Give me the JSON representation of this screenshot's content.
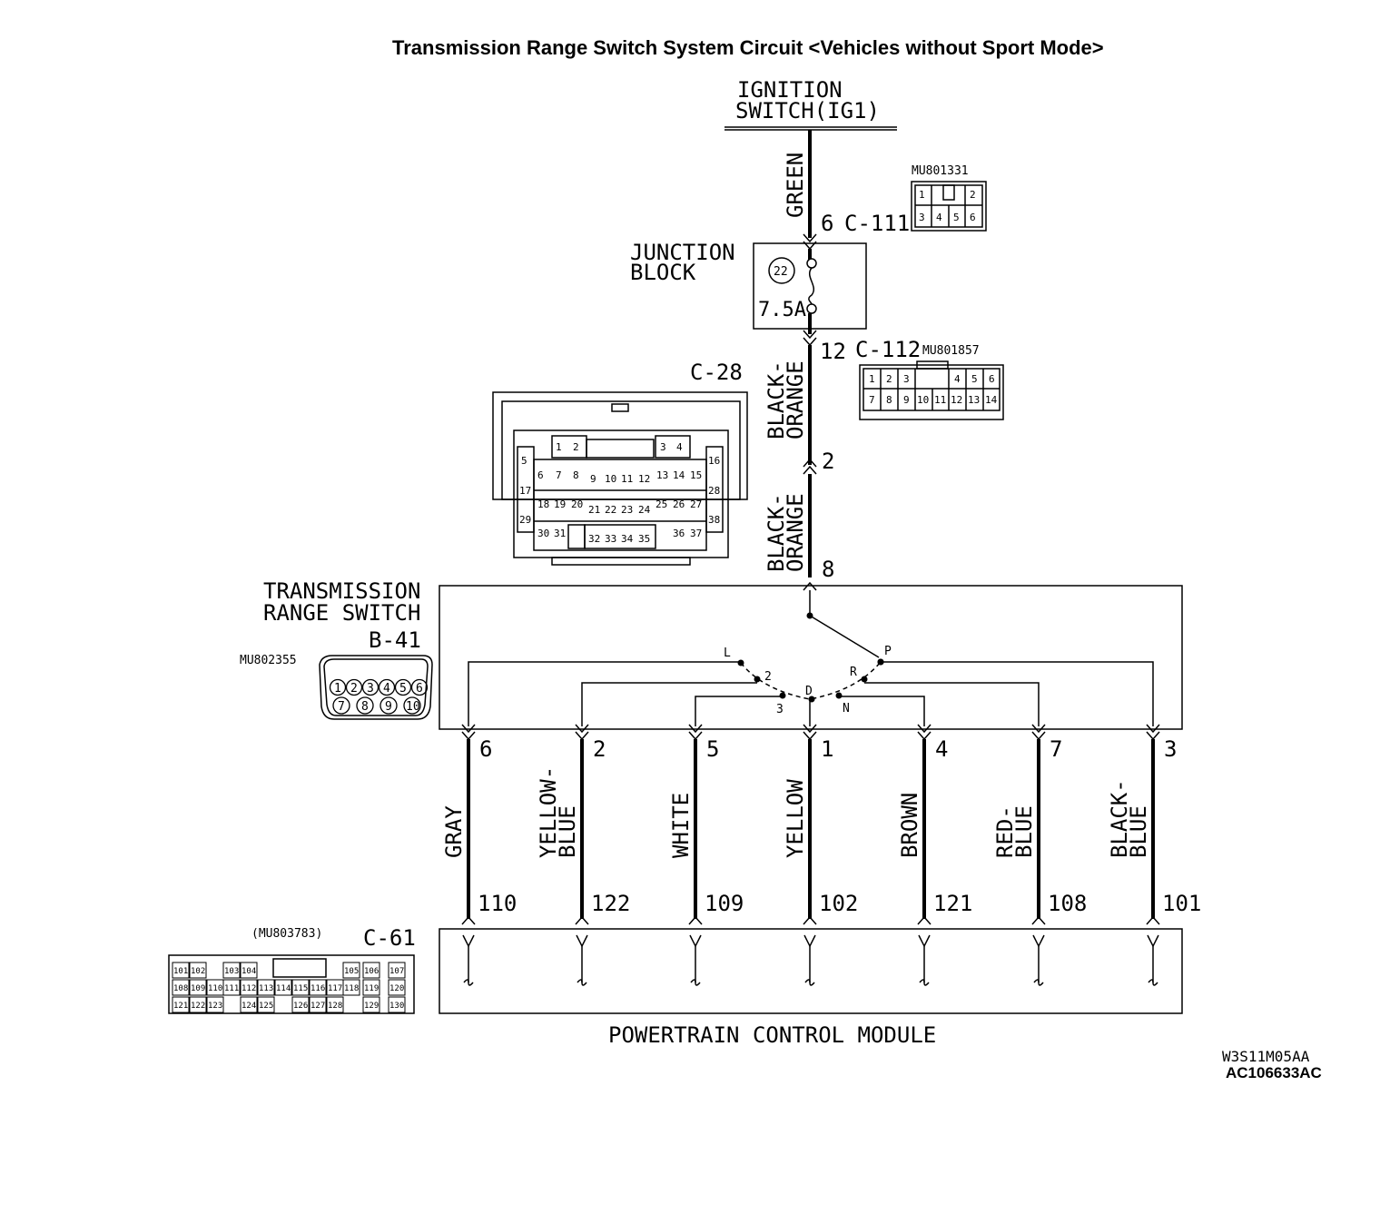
{
  "title": "Transmission Range Switch System Circuit <Vehicles without Sport Mode>",
  "ignition": {
    "line1": "IGNITION",
    "line2": "SWITCH(IG1)"
  },
  "junction_block": {
    "line1": "JUNCTION",
    "line2": "BLOCK",
    "fuse_number": "22",
    "fuse_rating": "7.5A",
    "top_connector": {
      "pin": "6",
      "id": "C-111",
      "part": "MU801331",
      "pins_row1": [
        "1",
        "2"
      ],
      "pins_row2": [
        "3",
        "4",
        "5",
        "6"
      ]
    },
    "bottom_connector": {
      "pin": "12",
      "id": "C-112",
      "part": "MU801857",
      "pins_row1": [
        "1",
        "2",
        "3",
        "4",
        "5",
        "6"
      ],
      "pins_row2": [
        "7",
        "8",
        "9",
        "10",
        "11",
        "12",
        "13",
        "14"
      ]
    }
  },
  "wires_upper": [
    {
      "color": "GREEN"
    },
    {
      "color": "BLACK-",
      "color2": "ORANGE"
    },
    {
      "color": "BLACK-",
      "color2": "ORANGE"
    }
  ],
  "c28": {
    "id": "C-28",
    "pin": "2",
    "pins_top": [
      "1",
      "2",
      "3",
      "4"
    ],
    "pins_r1": [
      "5",
      "6",
      "7",
      "8",
      "9",
      "10",
      "11",
      "12",
      "13",
      "14",
      "15",
      "16"
    ],
    "pins_r2": [
      "17",
      "18",
      "19",
      "20",
      "21",
      "22",
      "23",
      "24",
      "25",
      "26",
      "27",
      "28"
    ],
    "pins_r3": [
      "29",
      "30",
      "31",
      "32",
      "33",
      "34",
      "35",
      "36",
      "37",
      "38"
    ]
  },
  "trs": {
    "line1": "TRANSMISSION",
    "line2": "RANGE SWITCH",
    "id": "B-41",
    "part": "MU802355",
    "input_pin": "8",
    "pins_row1": [
      "1",
      "2",
      "3",
      "4",
      "5",
      "6"
    ],
    "pins_row2": [
      "7",
      "8",
      "9",
      "10"
    ],
    "positions": [
      "L",
      "2",
      "3",
      "D",
      "N",
      "R",
      "P"
    ]
  },
  "outputs": [
    {
      "pin": "6",
      "color": "GRAY",
      "color2": "",
      "pcm_pin": "110"
    },
    {
      "pin": "2",
      "color": "YELLOW-",
      "color2": "BLUE",
      "pcm_pin": "122"
    },
    {
      "pin": "5",
      "color": "WHITE",
      "color2": "",
      "pcm_pin": "109"
    },
    {
      "pin": "1",
      "color": "YELLOW",
      "color2": "",
      "pcm_pin": "102"
    },
    {
      "pin": "4",
      "color": "BROWN",
      "color2": "",
      "pcm_pin": "121"
    },
    {
      "pin": "7",
      "color": "RED-",
      "color2": "BLUE",
      "pcm_pin": "108"
    },
    {
      "pin": "3",
      "color": "BLACK-",
      "color2": "BLUE",
      "pcm_pin": "101"
    }
  ],
  "pcm": {
    "label": "POWERTRAIN CONTROL MODULE",
    "id": "C-61",
    "part": "(MU803783)",
    "pins_r1": [
      "101",
      "102",
      "103",
      "104",
      "105",
      "106",
      "107"
    ],
    "pins_r2": [
      "108",
      "109",
      "110",
      "111",
      "112",
      "113",
      "114",
      "115",
      "116",
      "117",
      "118",
      "119",
      "120"
    ],
    "pins_r3": [
      "121",
      "122",
      "123",
      "124",
      "125",
      "126",
      "127",
      "128",
      "129",
      "130"
    ]
  },
  "codes": {
    "drawing": "W3S11M05AA",
    "ref": "AC106633AC"
  }
}
